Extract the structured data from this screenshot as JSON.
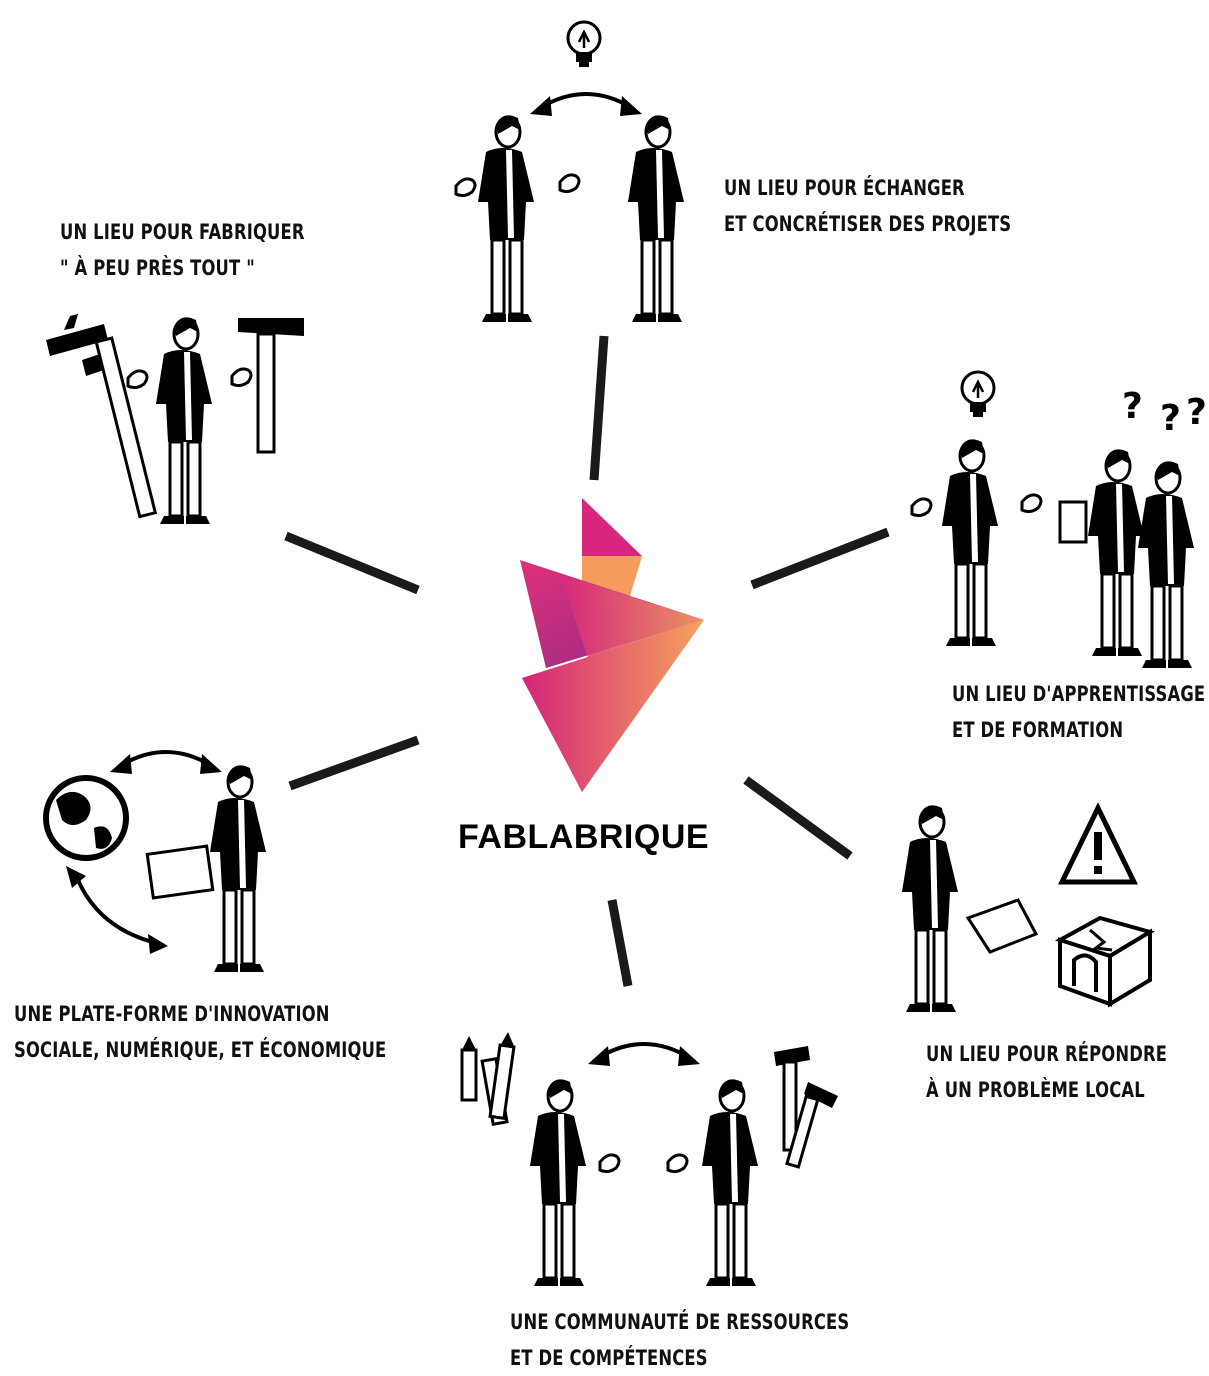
{
  "center": {
    "name": "FABLABRIQUE",
    "logo_colors": [
      "#d4247a",
      "#a42a8e",
      "#ef6a6a",
      "#f7a35c"
    ]
  },
  "nodes": [
    {
      "id": "echanger",
      "line1": "UN LIEU POUR ÉCHANGER",
      "line2": "ET CONCRÉTISER DES PROJETS",
      "icon": "two-people-idea-icon"
    },
    {
      "id": "fabriquer",
      "line1": "UN LIEU POUR FABRIQUER",
      "line2": "\" À PEU PRÈS TOUT \"",
      "icon": "person-tools-icon"
    },
    {
      "id": "apprentissage",
      "line1": "UN LIEU D'APPRENTISSAGE",
      "line2": "ET DE FORMATION",
      "icon": "teacher-learners-icon"
    },
    {
      "id": "innovation",
      "line1": "UNE PLATE-FORME D'INNOVATION",
      "line2": "SOCIALE, NUMÉRIQUE, ET ÉCONOMIQUE",
      "icon": "globe-laptop-icon"
    },
    {
      "id": "probleme",
      "line1": "UN LIEU POUR RÉPONDRE",
      "line2": "À UN PROBLÈME LOCAL",
      "icon": "warning-house-icon"
    },
    {
      "id": "communaute",
      "line1": "UNE COMMUNAUTÉ DE RESSOURCES",
      "line2": "ET DE COMPÉTENCES",
      "icon": "community-exchange-icon"
    }
  ]
}
